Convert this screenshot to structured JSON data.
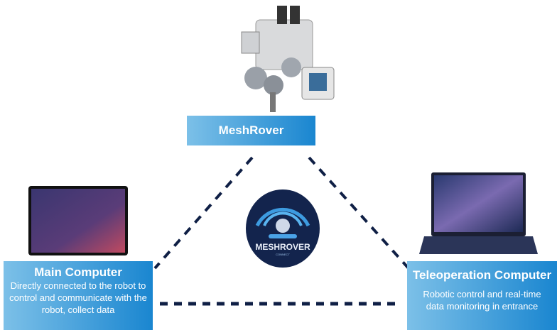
{
  "robot": {
    "label": "MeshRover"
  },
  "logo": {
    "text": "MESHROVER",
    "subtext": "CONNECT"
  },
  "main_computer": {
    "title": "Main Computer",
    "description": "Directly connected to the robot to control and communicate with the robot, collect data"
  },
  "teleop_computer": {
    "title": "Teleoperation Computer",
    "description": "Robotic control and real-time data monitoring in entrance"
  },
  "colors": {
    "box_start": "#7cc0e8",
    "box_end": "#1a86d0",
    "dash": "#0f1f45",
    "logo_bg": "#13244d"
  }
}
